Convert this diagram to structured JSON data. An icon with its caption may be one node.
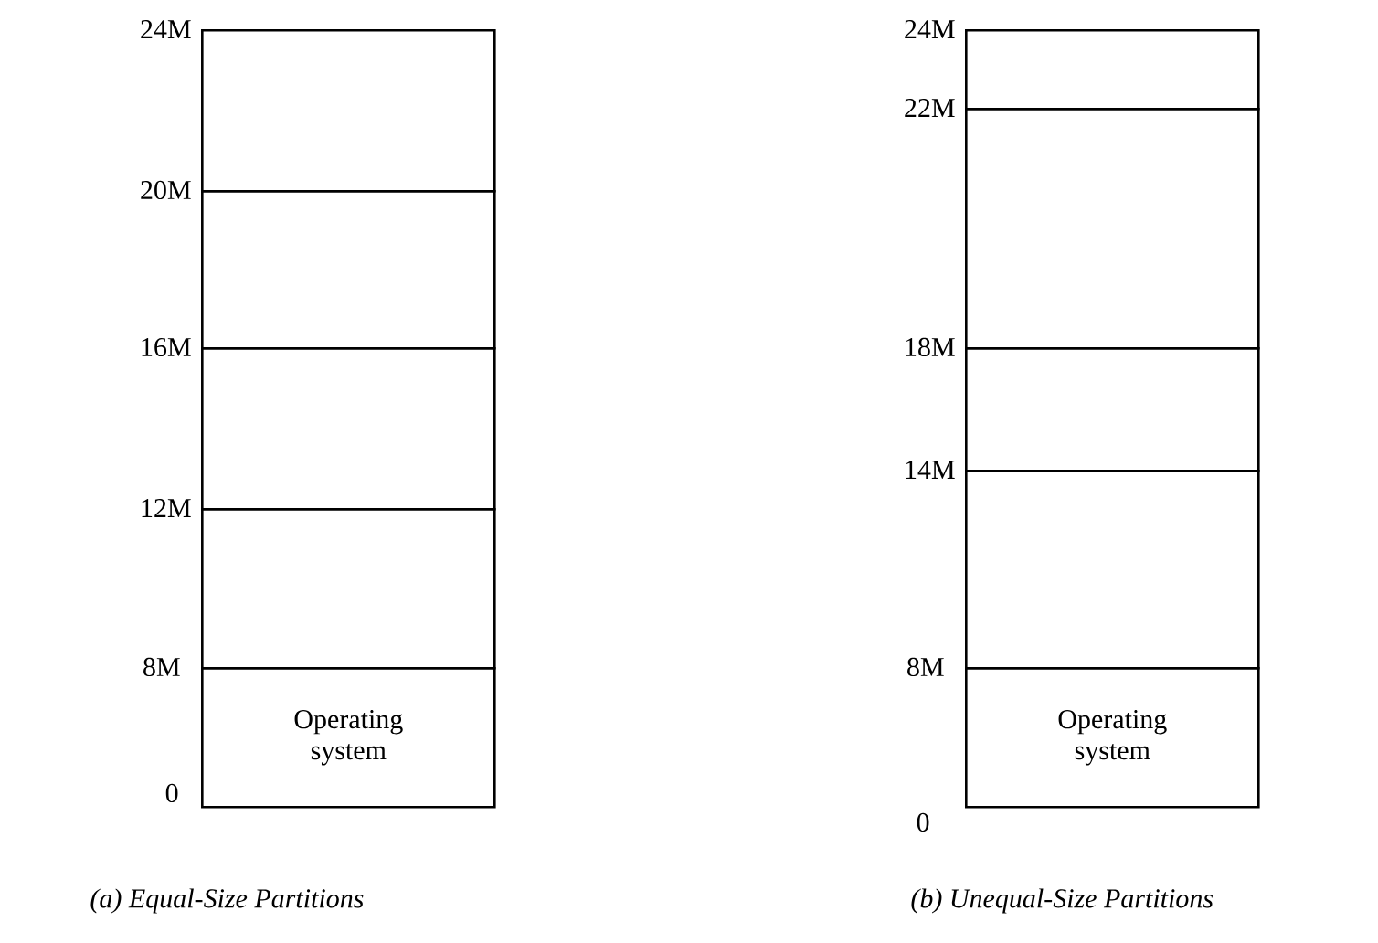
{
  "diagram": {
    "nodes": [
      {
        "text": [
          "Operating system"
        ]
      },
      {
        "text": [],
        "shape": "box"
      },
      {
        "text": [],
        "shape": "box"
      },
      {
        "text": [],
        "shape": "box"
      },
      {
        "text": [],
        "shape": "box"
      },
      {
        "text": [
          "Operating system"
        ]
      },
      {
        "text": [],
        "shape": "box"
      },
      {
        "text": [],
        "shape": "box"
      },
      {
        "text": [],
        "shape": "box"
      },
      {
        "text": [],
        "shape": "box"
      }
    ],
    "labels": [
      "24M",
      "20M",
      "16M",
      "12M",
      "8M",
      "0",
      "24M",
      "22M",
      "18M",
      "14M",
      "8M",
      "0",
      "(a) Equal-Size Partitions",
      "(b) Unequal-Size Partitions"
    ]
  }
}
